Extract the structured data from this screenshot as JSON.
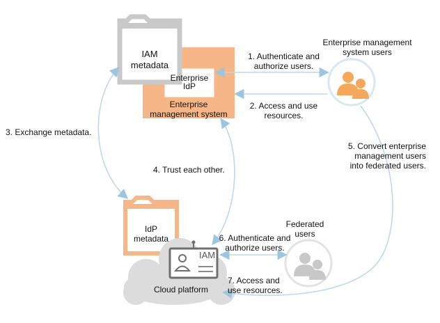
{
  "nodes": {
    "iam_metadata": "IAM\nmetadata",
    "enterprise_idp": "Enterprise\nIdP",
    "enterprise_system": "Enterprise\nmanagement system",
    "enterprise_users": "Enterprise management\nsystem users",
    "idp_metadata": "IdP\nmetadata",
    "iam_card": "IAM",
    "cloud_platform": "Cloud platform",
    "federated_users": "Federated\nusers"
  },
  "steps": {
    "s1": "1. Authenticate and\nauthorize users.",
    "s2": "2. Access and use\nresources.",
    "s3": "3. Exchange metadata.",
    "s4": "4. Trust each other.",
    "s5": "5. Convert enterprise\nmanagement users\ninto federated users.",
    "s6": "6. Authenticate and\nauthorize users.",
    "s7": "7. Access and\nuse resources."
  },
  "colors": {
    "orange": "#f7b686",
    "orange_light": "#fbd3b0",
    "gray_folder": "#c9c9c9",
    "arrow": "#bcd9ec",
    "cloud": "#dcdcdc",
    "user_gray": "#c8c8c8",
    "user_orange": "#f5a85a"
  }
}
